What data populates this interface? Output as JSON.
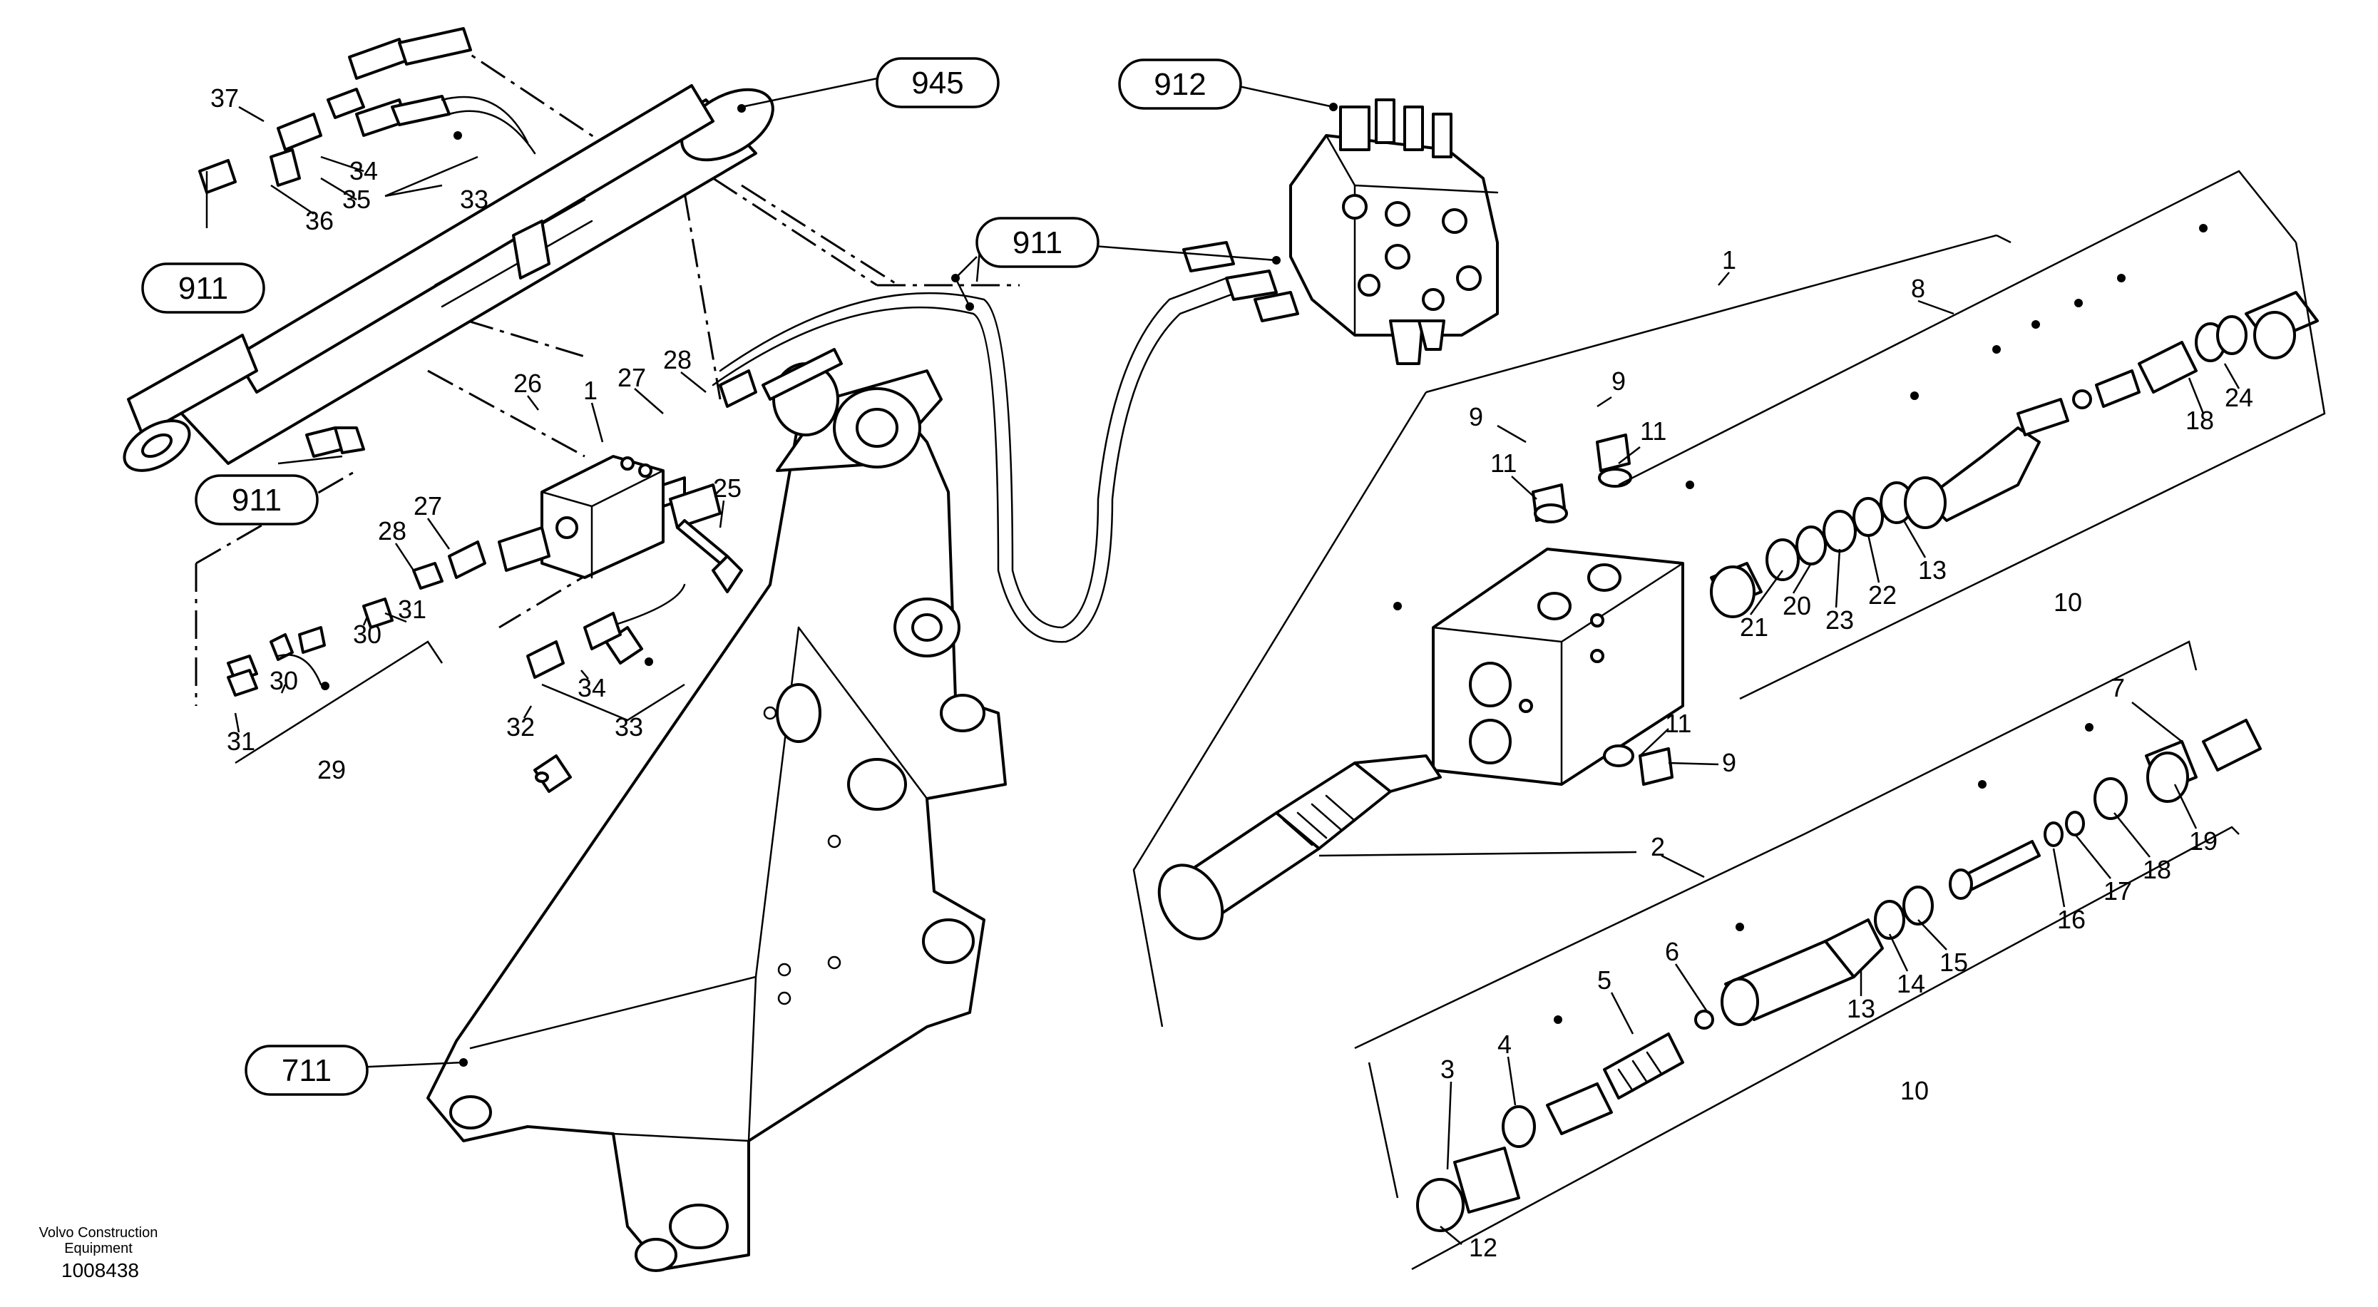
{
  "references": {
    "r945": "945",
    "r912": "912",
    "r911a": "911",
    "r911b": "911",
    "r911c": "911",
    "r711": "711"
  },
  "labels": {
    "l37": "37",
    "l34a": "34",
    "l35": "35",
    "l33a": "33",
    "l36": "36",
    "l26": "26",
    "l1a": "1",
    "l27a": "27",
    "l28a": "28",
    "l25": "25",
    "l27b": "27",
    "l28b": "28",
    "l30a": "30",
    "l31a": "31",
    "l30b": "30",
    "l31b": "31",
    "l29": "29",
    "l32": "32",
    "l34b": "34",
    "l33b": "33",
    "l1b": "1",
    "l8": "8",
    "l9a": "9",
    "l9b": "9",
    "l11a": "11",
    "l11b": "11",
    "l18a": "18",
    "l24": "24",
    "l21": "21",
    "l20": "20",
    "l23": "23",
    "l22": "22",
    "l13a": "13",
    "l10a": "10",
    "l11c": "11",
    "l9c": "9",
    "l2": "2",
    "l7": "7",
    "l19": "19",
    "l18b": "18",
    "l17": "17",
    "l16": "16",
    "l15": "15",
    "l14": "14",
    "l13b": "13",
    "l6": "6",
    "l5": "5",
    "l4": "4",
    "l3": "3",
    "l12": "12",
    "l10b": "10"
  },
  "footer": {
    "brand_line1": "Volvo Construction",
    "brand_line2": "Equipment",
    "drawing_number": "1008438"
  }
}
